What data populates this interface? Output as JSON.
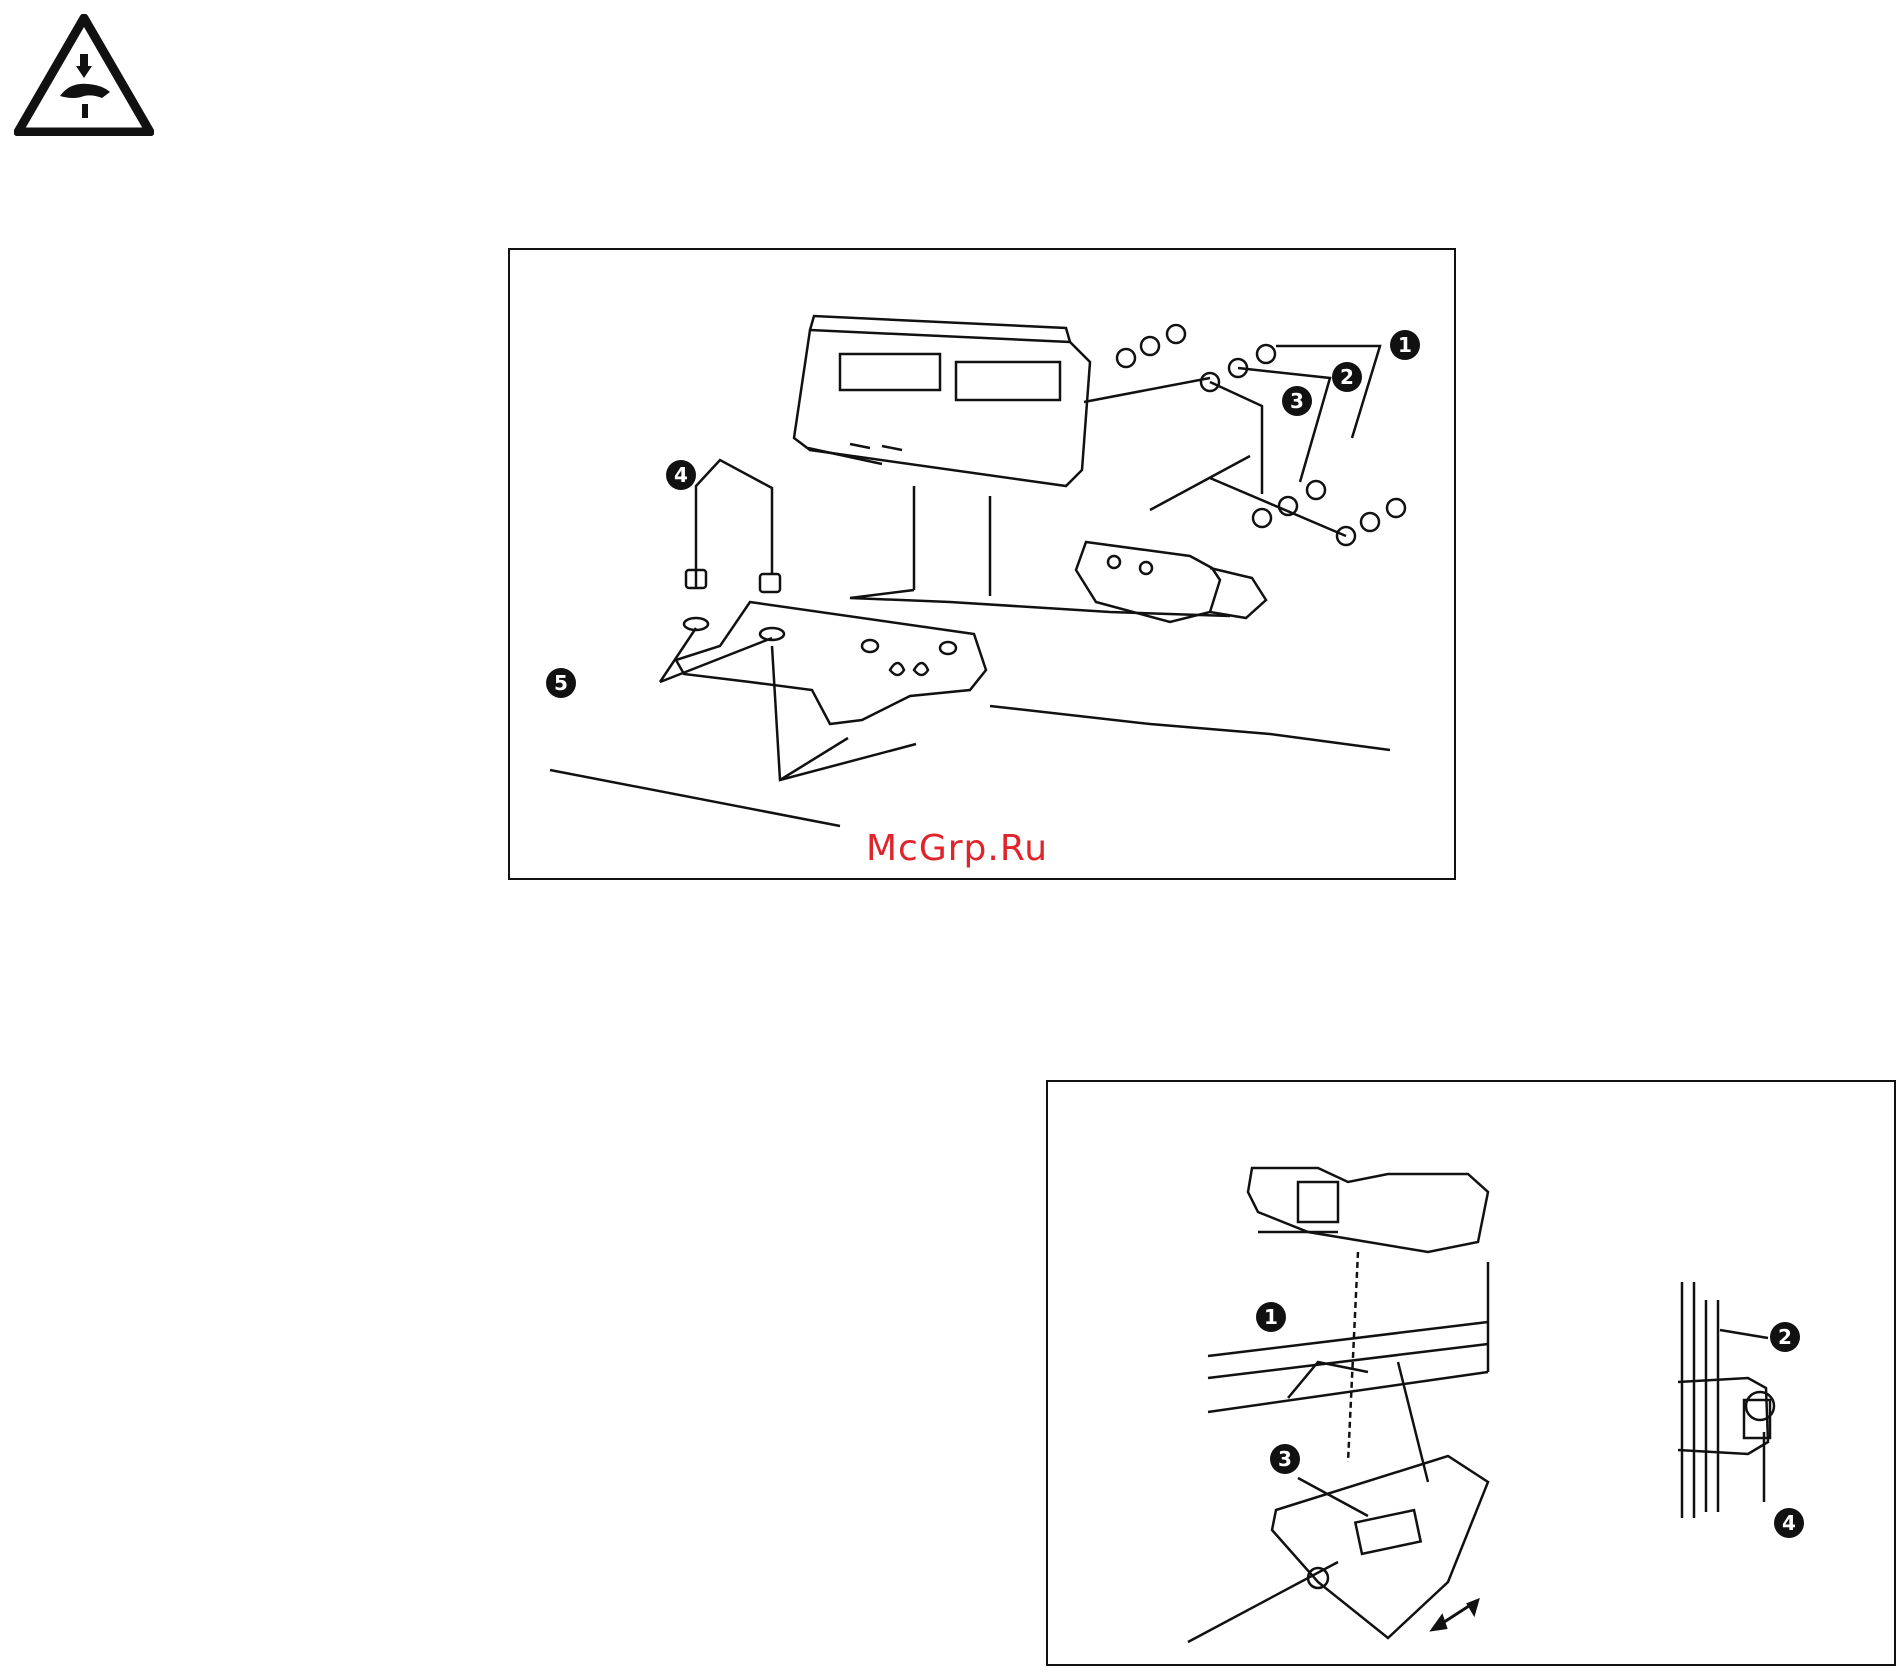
{
  "warning": {
    "icon": "pinch-hazard-warning-icon"
  },
  "figure_top": {
    "callouts": [
      "1",
      "2",
      "3",
      "4",
      "5"
    ]
  },
  "figure_bottom": {
    "callouts_main": [
      "1",
      "3"
    ],
    "callouts_detail": [
      "2",
      "4"
    ]
  },
  "watermark": {
    "text": "McGrp.Ru",
    "color": "#e0242b"
  }
}
